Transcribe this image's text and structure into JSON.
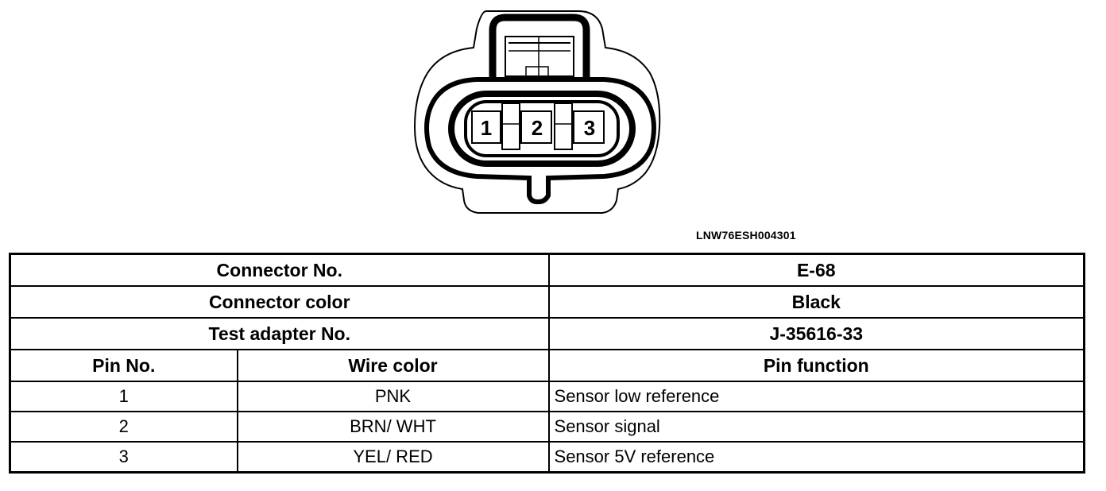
{
  "figure": {
    "id_label": "LNW76ESH004301",
    "pins": [
      "1",
      "2",
      "3"
    ]
  },
  "table": {
    "info_rows": [
      {
        "label": "Connector No.",
        "value": "E-68"
      },
      {
        "label": "Connector color",
        "value": "Black"
      },
      {
        "label": "Test adapter No.",
        "value": "J-35616-33"
      }
    ],
    "columns": [
      "Pin No.",
      "Wire color",
      "Pin function"
    ],
    "rows": [
      {
        "pin": "1",
        "wire_color": "PNK",
        "function": "Sensor low reference"
      },
      {
        "pin": "2",
        "wire_color": "BRN/ WHT",
        "function": "Sensor signal"
      },
      {
        "pin": "3",
        "wire_color": "YEL/ RED",
        "function": "Sensor 5V reference"
      }
    ]
  }
}
